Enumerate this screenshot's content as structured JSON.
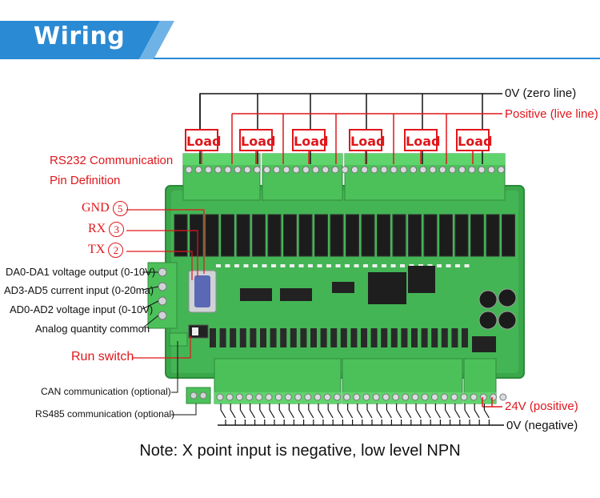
{
  "banner": {
    "title": "Wiring",
    "color": "#2a8ad4"
  },
  "loads": [
    "Load",
    "Load",
    "Load",
    "Load",
    "Load",
    "Load"
  ],
  "top_labels": {
    "zero_line": "0V (zero line)",
    "live_line": "Positive (live line)"
  },
  "rs232": {
    "title_line1": "RS232 Communication",
    "title_line2": "Pin Definition",
    "pins": [
      {
        "name": "GND",
        "num": "5"
      },
      {
        "name": "RX",
        "num": "3"
      },
      {
        "name": "TX",
        "num": "2"
      }
    ]
  },
  "left_labels": [
    "DA0-DA1 voltage output (0-10V)",
    "AD3-AD5 current input (0-20ma)",
    "AD0-AD2 voltage input (0-10V)",
    "Analog quantity common"
  ],
  "run_switch": "Run switch",
  "comm_labels": [
    "CAN communication (optional)",
    "RS485 communication (optional)"
  ],
  "bottom_labels": {
    "positive": "24V (positive)",
    "negative": "0V (negative)"
  },
  "note": "Note: X point input is negative, low level NPN",
  "colors": {
    "accent_red": "#e0161b",
    "board_green": "#3aa84a",
    "terminal_green": "#4cc15a"
  }
}
